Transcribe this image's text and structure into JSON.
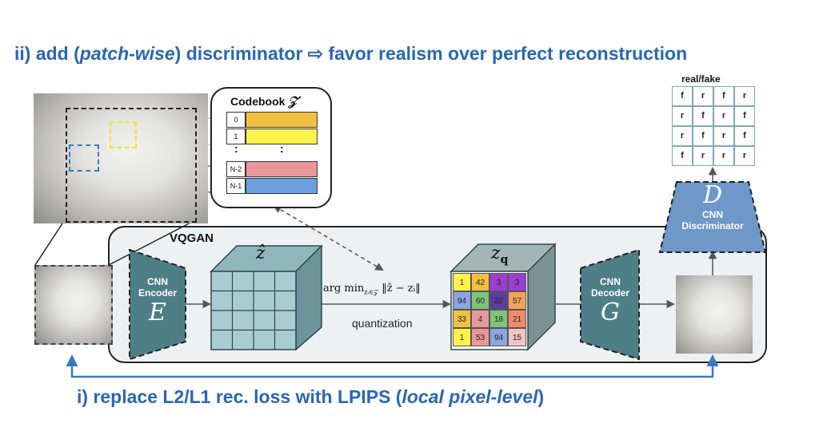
{
  "top_heading": {
    "prefix": "ii) add (",
    "emphasis": "patch-wise",
    "suffix": ") discriminator ⇨ favor realism over perfect reconstruction"
  },
  "bottom_heading": {
    "prefix": "i) replace L2/L1 rec. loss with LPIPS (",
    "emphasis": "local pixel-level",
    "suffix": ")"
  },
  "codebook": {
    "title": "Codebook",
    "symbol": "𝒵",
    "entries": [
      {
        "index": "0",
        "color": "#f0c040"
      },
      {
        "index": "1",
        "color": "#fcf24a"
      },
      {
        "index": "N-2",
        "color": "#e8979a"
      },
      {
        "index": "N-1",
        "color": "#6a9ee0"
      }
    ],
    "ellipsis": ":"
  },
  "vqgan_label": "VQGAN",
  "encoder": {
    "line1": "CNN",
    "line2": "Encoder",
    "letter": "E"
  },
  "decoder": {
    "line1": "CNN",
    "line2": "Decoder",
    "letter": "G"
  },
  "discriminator": {
    "line1": "CNN",
    "line2": "Discriminator",
    "letter": "D"
  },
  "z_hat_label": "ẑ",
  "zq_label": "z",
  "zq_subscript": "q",
  "argmin_text": "arg min",
  "argmin_sub": "zᵢ∈𝒵",
  "argmin_norm": "‖ẑ − zᵢ‖",
  "quantization_label": "quantization",
  "zq_grid": [
    [
      {
        "v": "1",
        "c": "#fcf24a"
      },
      {
        "v": "42",
        "c": "#f0c040"
      },
      {
        "v": "3",
        "c": "#9b3fd0"
      },
      {
        "v": "3",
        "c": "#9b3fd0"
      }
    ],
    [
      {
        "v": "94",
        "c": "#89a6e0"
      },
      {
        "v": "60",
        "c": "#7dc47a"
      },
      {
        "v": "22",
        "c": "#5a3d9e"
      },
      {
        "v": "57",
        "c": "#f2a35a"
      }
    ],
    [
      {
        "v": "33",
        "c": "#f0c040"
      },
      {
        "v": "4",
        "c": "#e8979a"
      },
      {
        "v": "18",
        "c": "#7dc47a"
      },
      {
        "v": "21",
        "c": "#f28a6a"
      }
    ],
    [
      {
        "v": "1",
        "c": "#fcf24a"
      },
      {
        "v": "53",
        "c": "#e8979a"
      },
      {
        "v": "94",
        "c": "#89a6e0"
      },
      {
        "v": "15",
        "c": "#f2c5c5"
      }
    ]
  ],
  "real_fake": {
    "title": "real/fake",
    "grid": [
      [
        "f",
        "r",
        "f",
        "r"
      ],
      [
        "r",
        "f",
        "r",
        "f"
      ],
      [
        "r",
        "f",
        "r",
        "f"
      ],
      [
        "f",
        "r",
        "r",
        "r"
      ]
    ]
  },
  "colors": {
    "heading_blue": "#2a66b3",
    "block_teal": "#4f7f86",
    "disc_blue": "#6f97c8",
    "cube_teal": "#8fb6bd",
    "zq_top": "#a4b5b6",
    "arrow_blue": "#3b78c4"
  }
}
